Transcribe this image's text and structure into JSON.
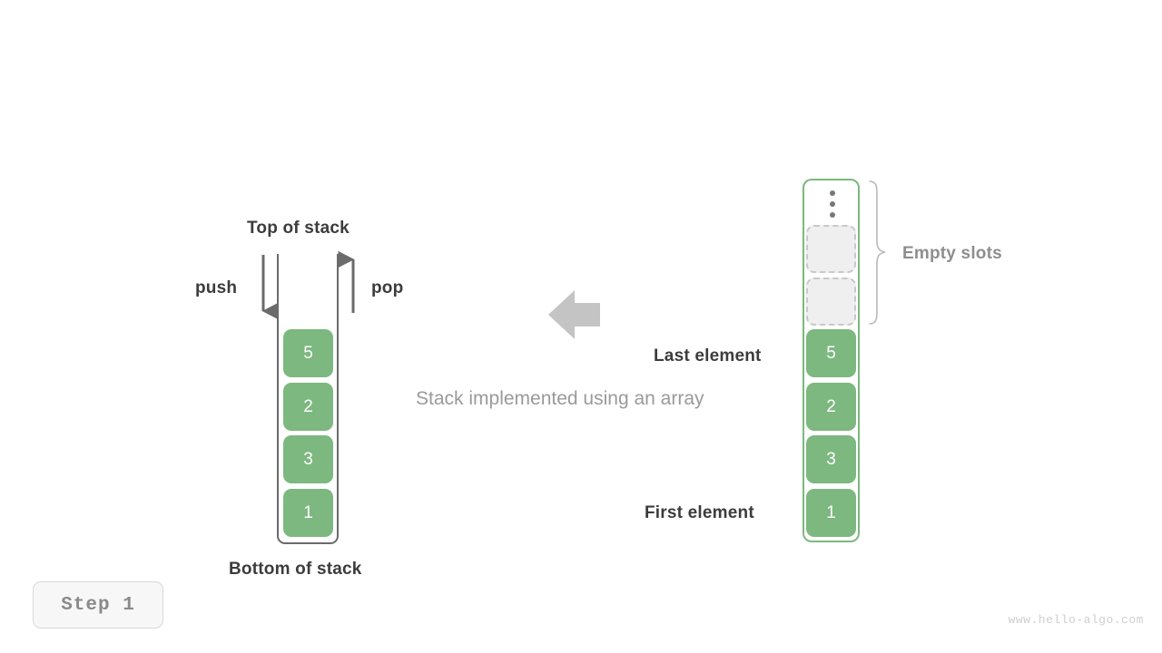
{
  "diagram": {
    "caption": "Stack implemented using an array",
    "step_badge": "Step 1",
    "watermark": "www.hello-algo.com",
    "accent_color": "#7CB87F",
    "text_color": "#3c3c3c",
    "muted_color": "#9a9a9a",
    "arrow_color": "#6b6b6b",
    "big_arrow_color": "#c4c4c4"
  },
  "left_stack": {
    "top_label": "Top of stack",
    "bottom_label": "Bottom of stack",
    "push_label": "push",
    "pop_label": "pop",
    "cells": [
      {
        "value": "5"
      },
      {
        "value": "2"
      },
      {
        "value": "3"
      },
      {
        "value": "1"
      }
    ]
  },
  "right_array": {
    "empty_slots_label": "Empty slots",
    "last_element_label": "Last element",
    "first_element_label": "First element",
    "ellipsis_icon": "vertical-ellipsis-icon",
    "slots": [
      {
        "value": "",
        "state": "empty"
      },
      {
        "value": "",
        "state": "empty"
      },
      {
        "value": "5",
        "state": "filled"
      },
      {
        "value": "2",
        "state": "filled"
      },
      {
        "value": "3",
        "state": "filled"
      },
      {
        "value": "1",
        "state": "filled"
      }
    ]
  }
}
